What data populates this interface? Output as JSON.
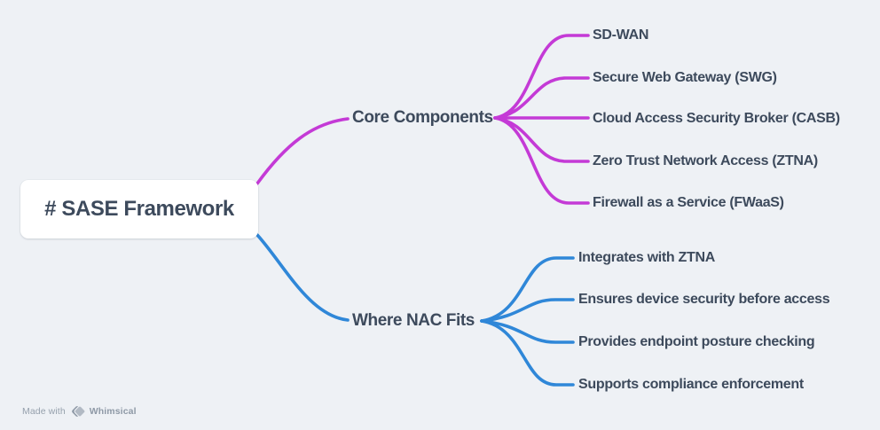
{
  "root": {
    "label": "# SASE Framework"
  },
  "branches": [
    {
      "label": "Core Components",
      "color": "#c43ad6",
      "children": [
        "SD-WAN",
        "Secure Web Gateway (SWG)",
        "Cloud Access Security Broker (CASB)",
        "Zero Trust Network Access (ZTNA)",
        "Firewall as a Service (FWaaS)"
      ]
    },
    {
      "label": "Where NAC Fits",
      "color": "#2f87d8",
      "children": [
        "Integrates with ZTNA",
        "Ensures device security before access",
        "Provides endpoint posture checking",
        "Supports compliance enforcement"
      ]
    }
  ],
  "watermark": {
    "made_with": "Made with",
    "brand": "Whimsical"
  },
  "colors": {
    "background": "#eef1f5",
    "node_text": "#3d4a5c",
    "root_background": "#ffffff",
    "branch_magenta": "#c43ad6",
    "branch_blue": "#2f87d8",
    "watermark_gray": "#95a0ac"
  }
}
